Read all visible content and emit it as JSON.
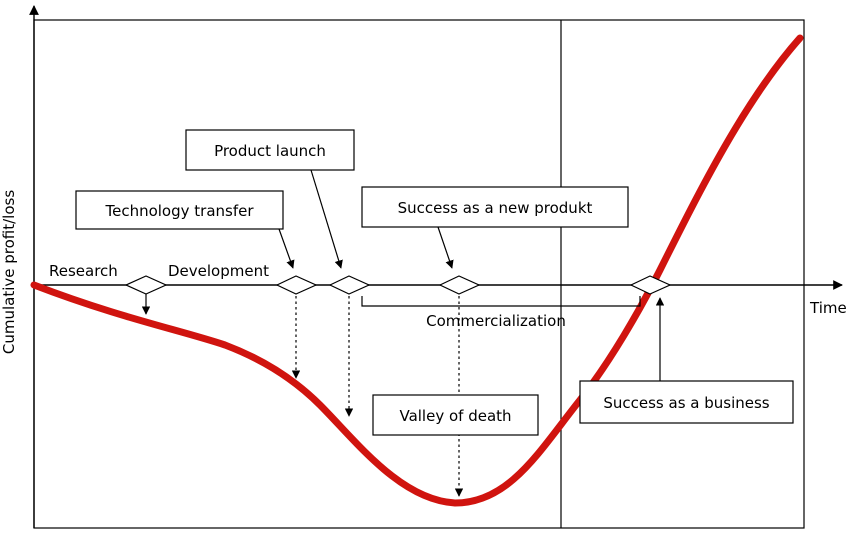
{
  "axes": {
    "y_label": "Cumulative profit/loss",
    "x_label": "Time"
  },
  "phases": {
    "research": "Research",
    "development": "Development",
    "commercialization": "Commercialization"
  },
  "boxes": {
    "technology_transfer": "Technology transfer",
    "product_launch": "Product launch",
    "success_new_product": "Success as a new produkt",
    "valley_of_death": "Valley of death",
    "success_business": "Success as a business"
  },
  "colors": {
    "curve": "#d0140f",
    "lines": "#000000"
  }
}
